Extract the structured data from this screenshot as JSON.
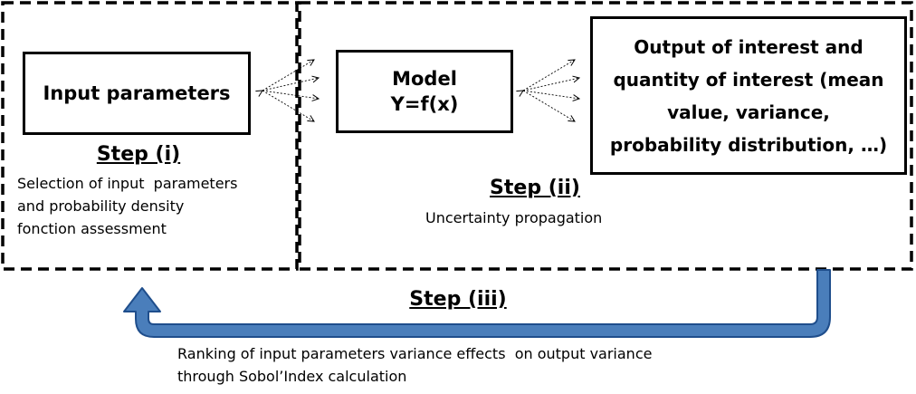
{
  "boxes": {
    "input": {
      "label": "Input parameters"
    },
    "model": {
      "line1": "Model",
      "line2": "Y=f(x)"
    },
    "output": {
      "lines": [
        "Output of interest and",
        "quantity of interest (mean",
        "value, variance,",
        "probability distribution, …)"
      ]
    }
  },
  "steps": {
    "step1": {
      "title": "Step (i)",
      "description": [
        "Selection of input  parameters",
        "and probability density",
        "fonction assessment"
      ]
    },
    "step2": {
      "title": "Step (ii)",
      "description": "Uncertainty propagation"
    },
    "step3": {
      "title": "Step (iii)",
      "description": [
        "Ranking of input parameters variance effects  on output variance",
        "through Sobol’Index calculation"
      ]
    }
  },
  "colors": {
    "feedback_arrow_fill": "#4a7ebb",
    "feedback_arrow_stroke": "#1f4e8c",
    "border": "#000000"
  }
}
